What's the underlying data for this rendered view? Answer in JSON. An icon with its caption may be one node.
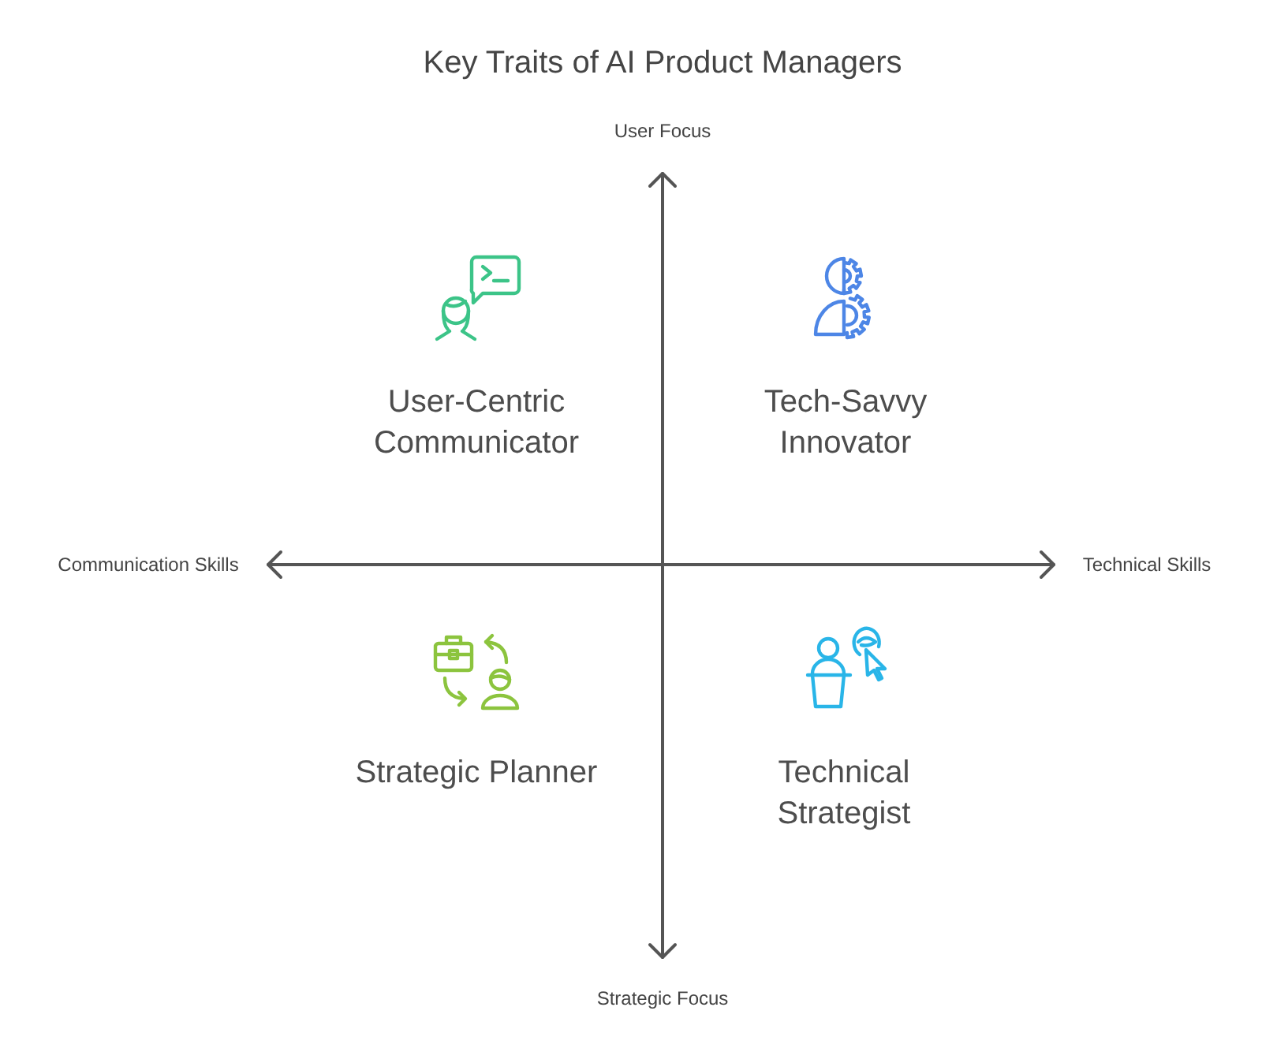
{
  "diagram": {
    "title": "Key Traits of AI Product Managers",
    "labels": [
      "User Focus",
      "User-Centric Communicator",
      "Tech-Savvy Innovator",
      "Communication Skills",
      "Technical Skills",
      "Strategic Planner",
      "Technical Strategist",
      "Strategic Focus"
    ]
  }
}
